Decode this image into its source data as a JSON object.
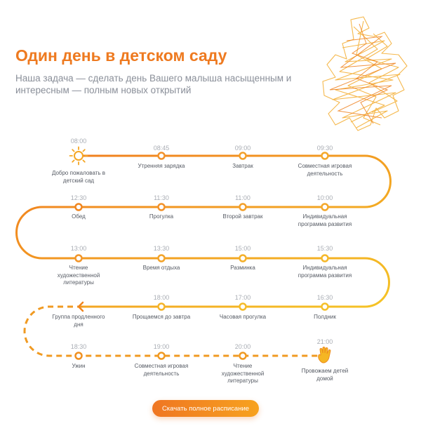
{
  "page": {
    "title": "Один день в детском саду",
    "subtitle": "Наша задача — сделать день Вашего малыша насыщенным и интересным — полным новых открытий",
    "cta_label": "Скачать полное расписание"
  },
  "colors": {
    "accent": "#ee7a20",
    "path_start": "#f07a1e",
    "path_end": "#f5c426",
    "text_muted": "#8a8f99"
  },
  "timeline": [
    {
      "time": "08:00",
      "label": "Добро пожаловать в\nдетский сад",
      "icon": "sun-icon"
    },
    {
      "time": "08:45",
      "label": "Утренняя зарядка"
    },
    {
      "time": "09:00",
      "label": "Завтрак"
    },
    {
      "time": "09:30",
      "label": "Совместная игровая\nдеятельность"
    },
    {
      "time": "10:00",
      "label": "Индивидуальная\nпрограмма развития"
    },
    {
      "time": "11:00",
      "label": "Второй завтрак"
    },
    {
      "time": "11:30",
      "label": "Прогулка"
    },
    {
      "time": "12:30",
      "label": "Обед"
    },
    {
      "time": "13:00",
      "label": "Чтение\nхудожественной\nлитературы"
    },
    {
      "time": "13:30",
      "label": "Время отдыха"
    },
    {
      "time": "15:00",
      "label": "Разминка"
    },
    {
      "time": "15:30",
      "label": "Индивидуальная\nпрограмма развития"
    },
    {
      "time": "16:30",
      "label": "Полдник"
    },
    {
      "time": "17:00",
      "label": "Часовая прогулка"
    },
    {
      "time": "18:00",
      "label": "Прощаемся до завтра"
    },
    {
      "time": "",
      "label": "Группа продленного\nдня",
      "icon": "arrow-left-icon"
    },
    {
      "time": "18:30",
      "label": "Ужин"
    },
    {
      "time": "19:00",
      "label": "Совместная игровая\nдеятельность"
    },
    {
      "time": "20:00",
      "label": "Чтение\nхудожественной\nлитературы"
    },
    {
      "time": "21:00",
      "label": "Провожаем детей\nдомой",
      "icon": "waving-hand-icon"
    }
  ]
}
